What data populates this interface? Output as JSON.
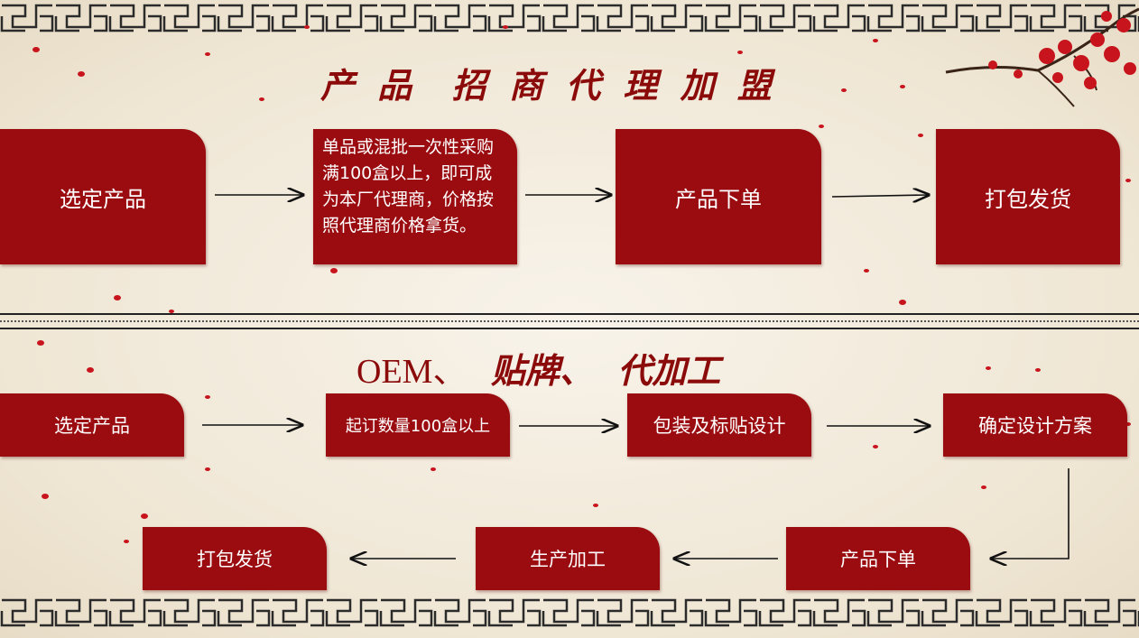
{
  "section_top": {
    "title": "产 品  招 商 代 理 加 盟",
    "steps": [
      "选定产品",
      "单品或混批一次性采购满100盒以上，即可成为本厂代理商，价格按照代理商价格拿货。",
      "产品下单",
      "打包发货"
    ]
  },
  "section_bottom": {
    "title_latin": "OEM、",
    "title_cn": "  贴牌、  代加工",
    "row1": [
      "选定产品",
      "起订数量100盒以上",
      "包装及标贴设计",
      "确定设计方案"
    ],
    "row2": [
      "打包发货",
      "生产加工",
      "产品下单"
    ]
  },
  "colors": {
    "box": "#9b0c10",
    "title": "#8b0b0b",
    "petal": "#c8141c"
  }
}
